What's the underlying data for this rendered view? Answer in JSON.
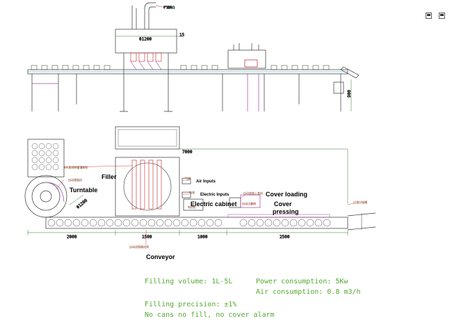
{
  "top_callout": "8\"进料口",
  "dim_labels": {
    "tank_width": "Φ1200",
    "tank_height": "15",
    "conveyor_height": "900",
    "total_length": "7000",
    "len_left": "2000",
    "len_mid1": "1500",
    "len_mid2": "1000",
    "len_right": "2500",
    "turntable_dia": "Φ1200"
  },
  "labels": {
    "filler": "Filler",
    "turntable": "Turntable",
    "air_inputs": "Air Inputs",
    "electric_inputs": "Electric Inputs",
    "electric_cabinet": "Electric cabinet",
    "cover_loading": "Cover loading",
    "cover_pressing": "Cover\npressing",
    "conveyor": "Conveyor"
  },
  "cn_labels": {
    "filler_cn": "6头直线称重灌装机",
    "turntable_cn": "自动理瓶机",
    "air_cn": "气源",
    "elec_cn": "电源",
    "cabinet_cn": "电控柜",
    "cover_cn": "自动放盖上盖机",
    "press_cn": "自动压盖机",
    "exit_cn": "过渡分链槽",
    "conveyor_cn": "自动送瓶输送线"
  },
  "specs": {
    "filling_volume": "Filling volume: 1L-5L",
    "power": "Power consumption: 5Kw",
    "air": "Air consumption: 0.8 m3/h",
    "precision": "Filling precision: ±1%",
    "alarm": "No cans no fill, no cover alarm"
  },
  "colors": {
    "line": "#333333",
    "dim": "#2a7a2a",
    "spec": "#55aa33",
    "accent_red": "#c02020",
    "accent_magenta": "#a040a0",
    "accent_cyan": "#30a0c0"
  }
}
